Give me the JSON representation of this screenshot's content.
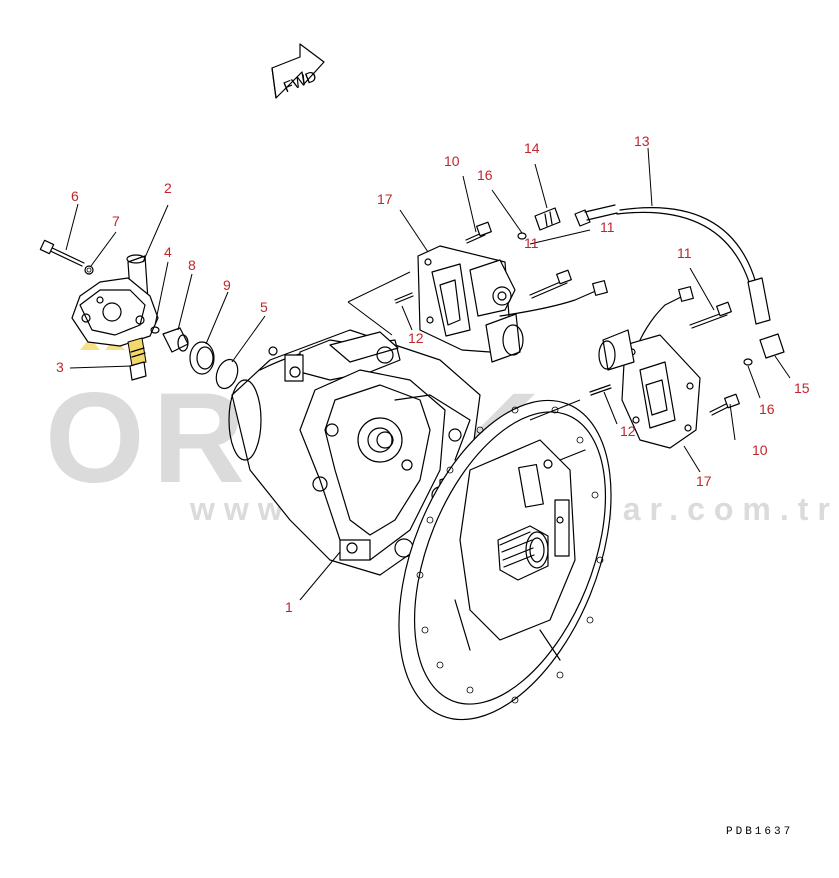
{
  "diagram": {
    "direction_label": "FWD",
    "drawing_code": "PDB1637",
    "watermark": {
      "brand": "ORNEK",
      "website": "www.ornekmakinalar.com.tr"
    },
    "callouts": {
      "c1": "1",
      "c2": "2",
      "c3": "3",
      "c4": "4",
      "c5": "5",
      "c6": "6",
      "c7": "7",
      "c8": "8",
      "c9": "9",
      "c10a": "10",
      "c10b": "10",
      "c11a": "11",
      "c11b": "11",
      "c11c": "11",
      "c12a": "12",
      "c12b": "12",
      "c13": "13",
      "c14": "14",
      "c15": "15",
      "c16a": "16",
      "c16b": "16",
      "c17a": "17",
      "c17b": "17"
    },
    "colors": {
      "callout": "#c0262c",
      "line": "#000000",
      "watermark": "#cfcfcf",
      "highlight": "#f5d86a"
    }
  }
}
